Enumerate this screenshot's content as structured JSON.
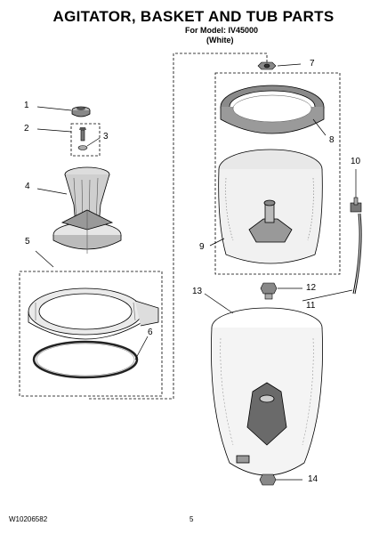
{
  "header": {
    "title": "AGITATOR, BASKET AND TUB PARTS",
    "subtitle": "For Model: IV45000",
    "variant": "(White)"
  },
  "footer": {
    "doc_number": "W10206582",
    "page_number": "5"
  },
  "callouts": [
    "1",
    "2",
    "3",
    "4",
    "5",
    "6",
    "7",
    "8",
    "9",
    "10",
    "11",
    "12",
    "13",
    "14"
  ],
  "colors": {
    "line": "#000000",
    "shade": "#6a6a6a",
    "fill": "#e6e6e6"
  }
}
